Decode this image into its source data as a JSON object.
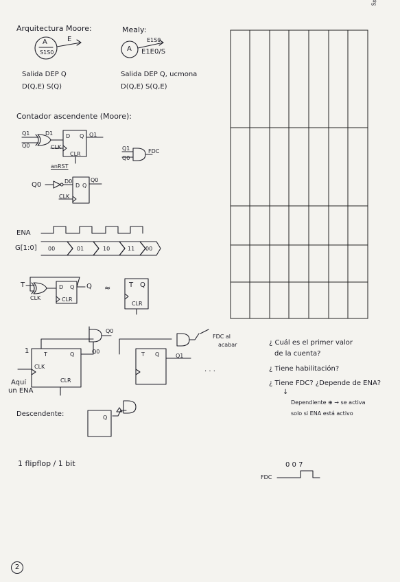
{
  "header": {
    "moore_title": "Arquitectura Moore:",
    "moore_state": "A",
    "moore_state_bits": "S1S0",
    "moore_edge": "E",
    "mealy_title": "Mealy:",
    "mealy_state": "A",
    "mealy_edge_top": "E1S0",
    "mealy_edge": "E1E0/S",
    "corner_text": "Sshos"
  },
  "notes_left": {
    "line1": "Salida DEP Q",
    "line2": "D(Q,E)   S(Q)"
  },
  "notes_right": {
    "line1": "Salida DEP Q, ucmona",
    "line2": "D(Q,E)   S(Q,E)"
  },
  "counter": {
    "title": "Contador ascendente (Moore):",
    "q1": "Q1",
    "q0": "Q0",
    "d1": "D1",
    "ff_d": "D",
    "ff_q": "Q",
    "clk": "CLK",
    "clr": "CLR",
    "anrst": "anRST",
    "gate_q1": "Q1",
    "gate_q0": "Q0",
    "fdc": "FDC",
    "ff2_q0": "Q0",
    "ff2_d0": "D0",
    "ff2_qo_out": "Q0"
  },
  "timing": {
    "ena": "ENA",
    "bus": "G[1:0]",
    "values": [
      "00",
      "01",
      "10",
      "11",
      "00"
    ]
  },
  "tff": {
    "t_label": "T",
    "clk": "CLK",
    "clr": "CLR",
    "ff_d": "D",
    "ff_q": "Q",
    "out_q": "Q",
    "approx": "≈",
    "sym_t": "T",
    "sym_q": "Q",
    "sym_clr": "CLR"
  },
  "chain": {
    "q0": "Q0",
    "q1": "Q1",
    "q_over": "Q0",
    "clk": "CLK",
    "clr": "CLR",
    "t": "T",
    "q": "Q",
    "one": "1",
    "here_ena_1": "Aquí",
    "here_ena_2": "un ENA",
    "fdc_note_1": "FDC al",
    "fdc_note_2": "acabar",
    "dots": "· · ·"
  },
  "questions": {
    "q1a": "¿ Cuál es el primer valor",
    "q1b": "de la cuenta?",
    "q2": "¿ Tiene habilitación?",
    "q3": "¿ Tiene FDC? ¿Depende de ENA?",
    "arrow": "↓",
    "ans1": "Dependiente ⊕ → se activa",
    "ans2": "solo si ENA está activo"
  },
  "descending": {
    "label": "Descendente:",
    "q": "Q"
  },
  "footer": {
    "note": "1 flipflop / 1 bit",
    "fdc": "FDC",
    "bits": "0  0  7",
    "page": "2"
  }
}
